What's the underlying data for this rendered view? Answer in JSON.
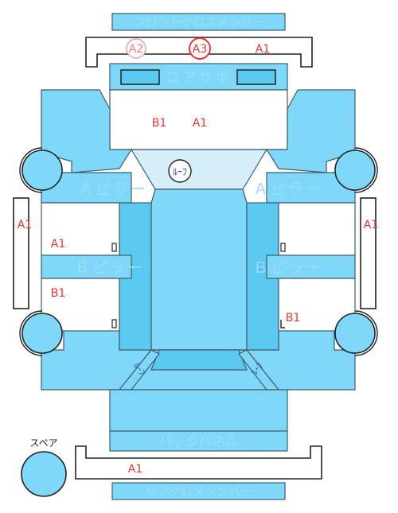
{
  "parts": {
    "front_cross_member": "フロントクロスメンバー",
    "core_support": "コアサポ",
    "a_pillar_left": "Ａピラー",
    "a_pillar_right": "Ａピラー",
    "b_pillar_left": "Ｂピラー",
    "b_pillar_right": "Ｂピラー",
    "back_panel": "バックパネル",
    "rear_cross_member": "リアクロスメンバー",
    "spare": "スペア",
    "roof_center": "ﾙｰﾌ",
    "roof_left_rail": "ﾙｰﾌ",
    "roof_right_rail": "ﾙｰﾌ"
  },
  "damage_labels": {
    "front_a2": "A2",
    "front_a3": "A3",
    "front_a1": "A1",
    "engine_b1": "B1",
    "engine_a1": "A1",
    "left_door_frame": "A1",
    "left_front_door": "A1",
    "left_rear_door": "B1",
    "right_door_frame": "A1",
    "right_rear_door": "B1",
    "rear_a1": "A1"
  },
  "colors": {
    "part_fill": "#7fd8f9",
    "part_dark": "#5ccaf0",
    "damage_red": "#e53935"
  }
}
